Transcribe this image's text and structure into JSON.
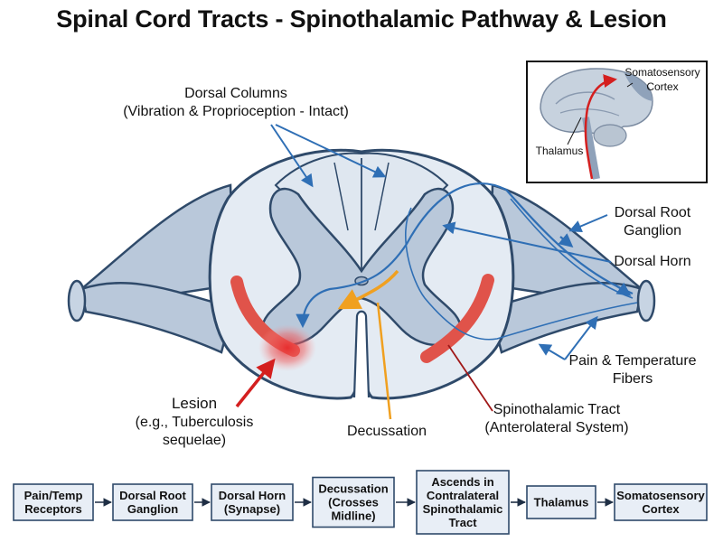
{
  "title": "Spinal Cord Tracts - Spinothalamic Pathway & Lesion",
  "labels": {
    "dorsal_columns": {
      "line1": "Dorsal Columns",
      "line2": "(Vibration & Proprioception - Intact)"
    },
    "dorsal_root_ganglion": {
      "line1": "Dorsal Root",
      "line2": "Ganglion"
    },
    "dorsal_horn": "Dorsal Horn",
    "pain_temp_fibers": {
      "line1": "Pain & Temperature",
      "line2": "Fibers"
    },
    "spinothalamic_tract": {
      "line1": "Spinothalamic Tract",
      "line2": "(Anterolateral System)"
    },
    "decussation": "Decussation",
    "lesion": {
      "line1": "Lesion",
      "line2": "(e.g., Tuberculosis",
      "line3": "sequelae)"
    }
  },
  "inset": {
    "somatosensory": {
      "line1": "Somatosensory",
      "line2": "Cortex"
    },
    "thalamus": "Thalamus"
  },
  "flow": [
    {
      "lines": [
        "Pain/Temp",
        "Receptors"
      ]
    },
    {
      "lines": [
        "Dorsal Root",
        "Ganglion"
      ]
    },
    {
      "lines": [
        "Dorsal Horn",
        "(Synapse)"
      ]
    },
    {
      "lines": [
        "Decussation",
        "(Crosses",
        "Midline)"
      ]
    },
    {
      "lines": [
        "Ascends in",
        "Contralateral",
        "Spinothalamic",
        "Tract"
      ]
    },
    {
      "lines": [
        "Thalamus"
      ]
    },
    {
      "lines": [
        "Somatosensory",
        "Cortex"
      ]
    }
  ],
  "colors": {
    "tissue": "#b9c8da",
    "tissue_light": "#dfe7f0",
    "outline": "#2f4a6a",
    "blue_path": "#2f6fb5",
    "tract_red": "#e0534a",
    "lesion_red": "#e8282a",
    "decussation_orange": "#f0a020"
  }
}
